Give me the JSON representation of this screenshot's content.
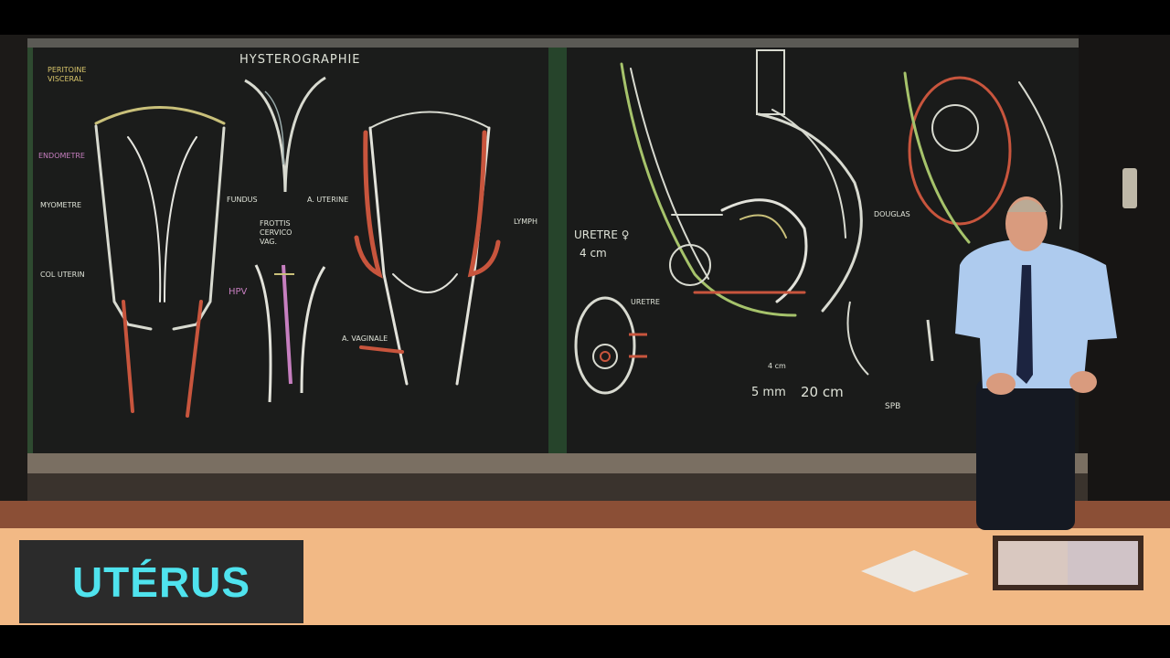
{
  "caption": {
    "title": "UTÉRUS",
    "text_color": "#4fe3ee",
    "box_color": "#2b2b2b"
  },
  "board_left": {
    "title": "HYSTEROGRAPHIE",
    "left_labels": [
      "PERITOINE VISCERAL",
      "ENDOMETRE",
      "MYOMETRE",
      "COL UTERIN"
    ],
    "mid_labels": [
      "FUNDUS",
      "A. UTERINE",
      "FROTTIS CERVICO VAG.",
      "HPV",
      "A. VAGINALE"
    ],
    "right_labels": [
      "LYMPH"
    ]
  },
  "board_right": {
    "labels": [
      "URETRE ♀",
      "4 cm",
      "URETRE",
      "DOUGLAS",
      "5 mm",
      "20 cm",
      "4 cm",
      "SPB"
    ]
  },
  "colors": {
    "board": "#1a1b1a",
    "stage": "#f2b985",
    "chalk_white": "#dfe3d8",
    "chalk_red": "#c8553d",
    "chalk_pink": "#c77fc0",
    "chalk_green": "#a6c36b",
    "shirt": "#aecbee",
    "tie": "#1c2440"
  }
}
